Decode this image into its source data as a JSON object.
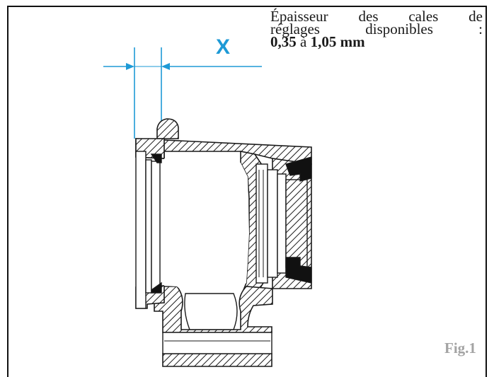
{
  "caption": {
    "line1": "Épaisseur des cales de",
    "line2": "réglages disponibles :",
    "min_value": "0,35",
    "connector": " à ",
    "max_value": "1,05 mm"
  },
  "dimension": {
    "label": "X",
    "color": "#1e9ad6"
  },
  "figure_label": "Fig.1"
}
